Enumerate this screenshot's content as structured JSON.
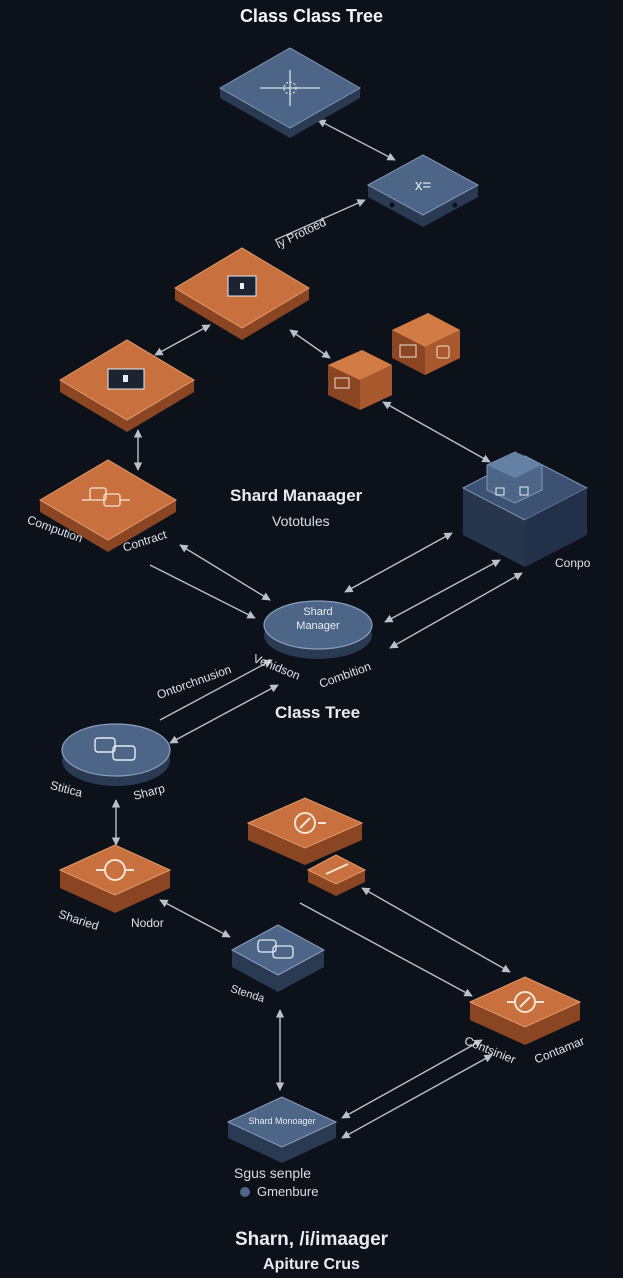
{
  "title": "Class Class Tree",
  "colors": {
    "background": "#0d1119",
    "orange_node": "#c8713f",
    "orange_side": "#8a4523",
    "blue_node": "#4d6586",
    "blue_side": "#2a3a52",
    "connector": "#b9c1cc"
  },
  "edge_labels": {
    "protected": "ly Protoed",
    "computation": "Compution",
    "contract": "Contract",
    "orchestration": "Ontorchnusion",
    "validation": "Vehidson",
    "combination": "Combition",
    "static": "Stitica",
    "sharp": "Sharp",
    "shared": "Sharied",
    "nodor": "Nodor",
    "shards": "Stenda",
    "container_a": "Contsinier",
    "container_b": "Contamar",
    "compo": "Conpo"
  },
  "node_labels": {
    "shard_manager_center": "Shard\nManager",
    "shard_manager_bottom": "Shard Monoager"
  },
  "section_labels": {
    "shard_manager_heading": "Shard Manaager",
    "shard_manager_sub": "Vototules",
    "class_tree": "Class Tree"
  },
  "legend": {
    "line1": "Sgus senple",
    "line2": "Gmenbure",
    "dot_color": "#4d6586"
  },
  "footer": {
    "line1": "Sharn, /i/imaager",
    "line2": "Apiture Crus"
  }
}
